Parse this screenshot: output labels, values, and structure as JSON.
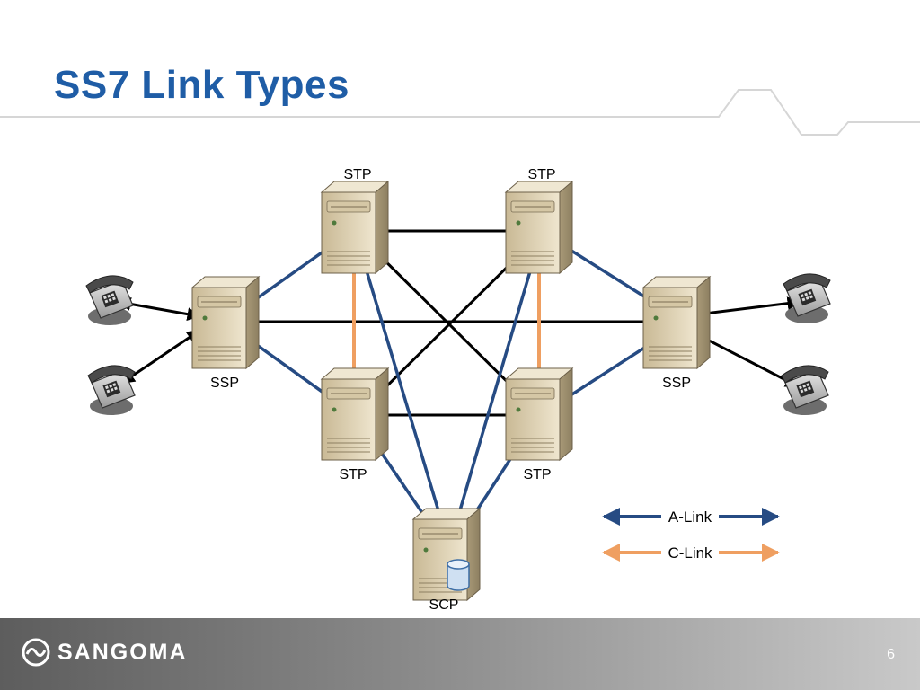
{
  "slide": {
    "title": "SS7 Link Types",
    "page_number": "6"
  },
  "brand": {
    "name": "SANGOMA",
    "logo_icon": "sangoma-wave-icon"
  },
  "nodes": {
    "stp_top_left": "STP",
    "stp_top_right": "STP",
    "stp_bottom_left": "STP",
    "stp_bottom_right": "STP",
    "ssp_left": "SSP",
    "ssp_right": "SSP",
    "scp": "SCP"
  },
  "legend": {
    "a_link": "A-Link",
    "c_link": "C-Link"
  },
  "colors": {
    "title": "#1f5da6",
    "a_link": "#264b83",
    "c_link": "#ef9f61",
    "other_link": "#000000",
    "server_body": "#ddd0b2"
  }
}
